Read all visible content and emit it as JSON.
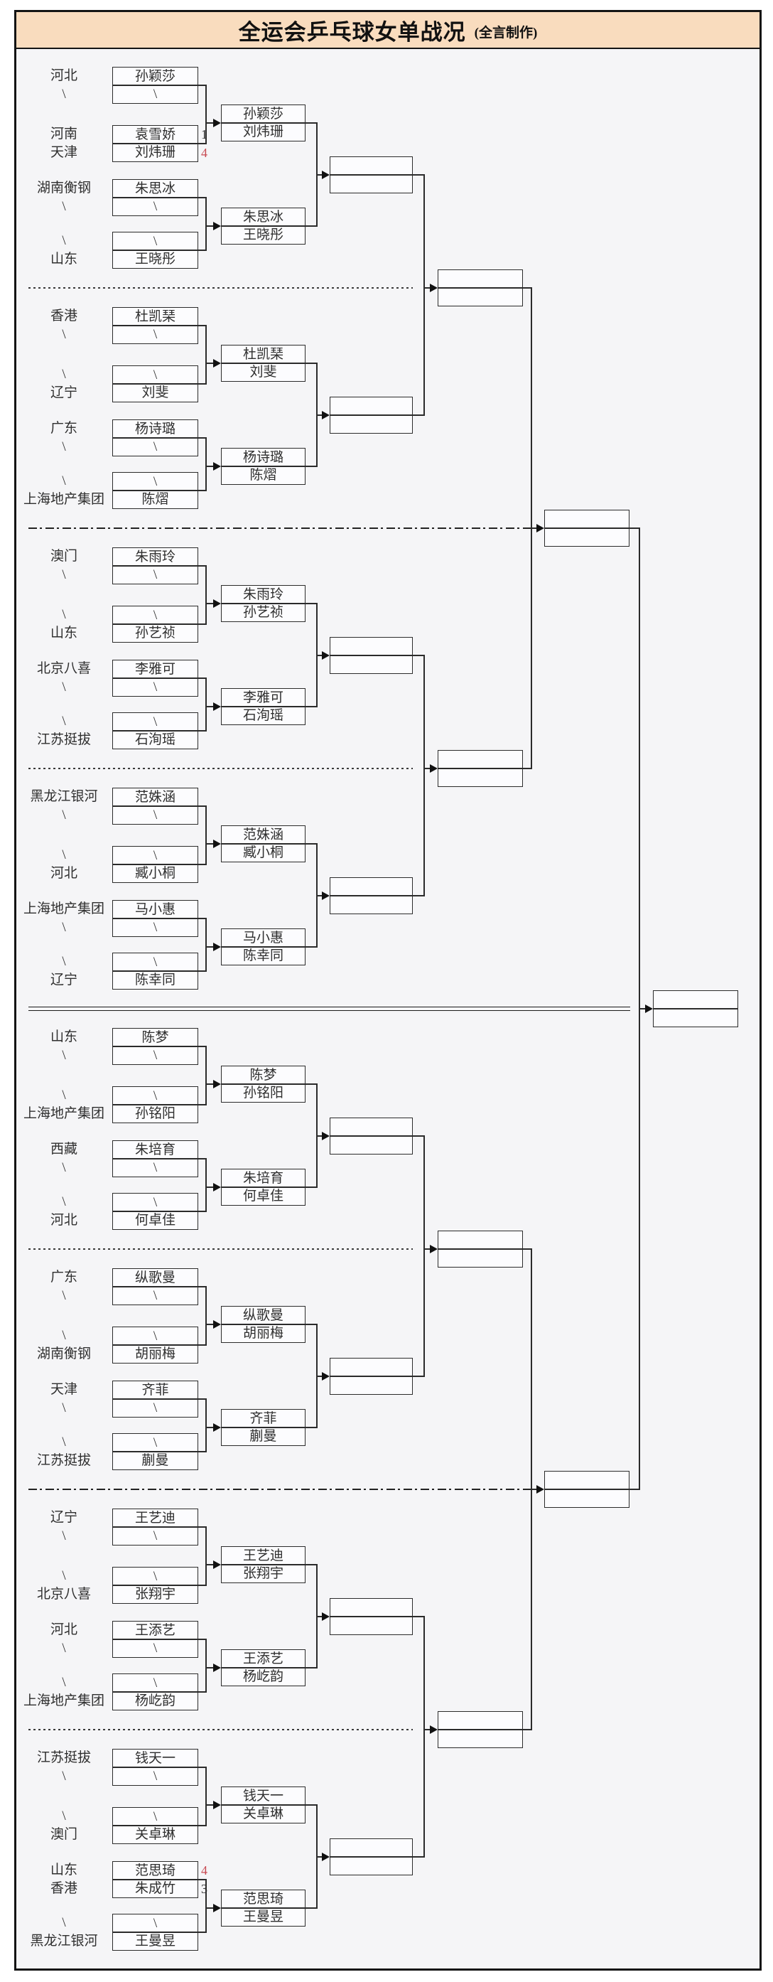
{
  "title": {
    "main": "全运会乒乓球女单战况",
    "credit": "(全言制作)"
  },
  "colors": {
    "title_bg": "#f9dcbe",
    "canvas_bg": "#f5f5f7",
    "box_bg": "#fcfcfe",
    "line": "#2b2b2b",
    "text": "#2f2f2f",
    "win_score": "#c84a52"
  },
  "separators": [
    {
      "style": "dotted"
    },
    {
      "style": "dashdot"
    },
    {
      "style": "dotted"
    },
    {
      "style": "double"
    },
    {
      "style": "dotted"
    },
    {
      "style": "dashdot"
    },
    {
      "style": "dotted"
    }
  ],
  "sections": [
    {
      "matches": [
        {
          "rows": [
            {
              "team": "河北",
              "player": "孙颖莎",
              "score": ""
            },
            {
              "team": "\\",
              "player": "\\",
              "score": ""
            }
          ]
        },
        {
          "rows": [
            {
              "team": "河南",
              "player": "袁雪娇",
              "score": "1",
              "win": false
            },
            {
              "team": "天津",
              "player": "刘炜珊",
              "score": "4",
              "win": true
            }
          ]
        },
        {
          "rows": [
            {
              "team": "湖南衡钢",
              "player": "朱思冰",
              "score": ""
            },
            {
              "team": "\\",
              "player": "\\",
              "score": ""
            }
          ]
        },
        {
          "rows": [
            {
              "team": "\\",
              "player": "\\",
              "score": ""
            },
            {
              "team": "山东",
              "player": "王晓彤",
              "score": ""
            }
          ]
        }
      ],
      "round2": [
        [
          "孙颖莎",
          "刘炜珊"
        ],
        [
          "朱思冰",
          "王晓彤"
        ]
      ]
    },
    {
      "matches": [
        {
          "rows": [
            {
              "team": "香港",
              "player": "杜凯琹",
              "score": ""
            },
            {
              "team": "\\",
              "player": "\\",
              "score": ""
            }
          ]
        },
        {
          "rows": [
            {
              "team": "\\",
              "player": "\\",
              "score": ""
            },
            {
              "team": "辽宁",
              "player": "刘斐",
              "score": ""
            }
          ]
        },
        {
          "rows": [
            {
              "team": "广东",
              "player": "杨诗璐",
              "score": ""
            },
            {
              "team": "\\",
              "player": "\\",
              "score": ""
            }
          ]
        },
        {
          "rows": [
            {
              "team": "\\",
              "player": "\\",
              "score": ""
            },
            {
              "team": "上海地产集团",
              "player": "陈熠",
              "score": ""
            }
          ]
        }
      ],
      "round2": [
        [
          "杜凯琹",
          "刘斐"
        ],
        [
          "杨诗璐",
          "陈熠"
        ]
      ]
    },
    {
      "matches": [
        {
          "rows": [
            {
              "team": "澳门",
              "player": "朱雨玲",
              "score": ""
            },
            {
              "team": "\\",
              "player": "\\",
              "score": ""
            }
          ]
        },
        {
          "rows": [
            {
              "team": "\\",
              "player": "\\",
              "score": ""
            },
            {
              "team": "山东",
              "player": "孙艺祯",
              "score": ""
            }
          ]
        },
        {
          "rows": [
            {
              "team": "北京八喜",
              "player": "李雅可",
              "score": ""
            },
            {
              "team": "\\",
              "player": "\\",
              "score": ""
            }
          ]
        },
        {
          "rows": [
            {
              "team": "\\",
              "player": "\\",
              "score": ""
            },
            {
              "team": "江苏挺拔",
              "player": "石洵瑶",
              "score": ""
            }
          ]
        }
      ],
      "round2": [
        [
          "朱雨玲",
          "孙艺祯"
        ],
        [
          "李雅可",
          "石洵瑶"
        ]
      ]
    },
    {
      "matches": [
        {
          "rows": [
            {
              "team": "黑龙江银河",
              "player": "范姝涵",
              "score": ""
            },
            {
              "team": "\\",
              "player": "\\",
              "score": ""
            }
          ]
        },
        {
          "rows": [
            {
              "team": "\\",
              "player": "\\",
              "score": ""
            },
            {
              "team": "河北",
              "player": "臧小桐",
              "score": ""
            }
          ]
        },
        {
          "rows": [
            {
              "team": "上海地产集团",
              "player": "马小惠",
              "score": ""
            },
            {
              "team": "\\",
              "player": "\\",
              "score": ""
            }
          ]
        },
        {
          "rows": [
            {
              "team": "\\",
              "player": "\\",
              "score": ""
            },
            {
              "team": "辽宁",
              "player": "陈幸同",
              "score": ""
            }
          ]
        }
      ],
      "round2": [
        [
          "范姝涵",
          "臧小桐"
        ],
        [
          "马小惠",
          "陈幸同"
        ]
      ]
    },
    {
      "matches": [
        {
          "rows": [
            {
              "team": "山东",
              "player": "陈梦",
              "score": ""
            },
            {
              "team": "\\",
              "player": "\\",
              "score": ""
            }
          ]
        },
        {
          "rows": [
            {
              "team": "\\",
              "player": "\\",
              "score": ""
            },
            {
              "team": "上海地产集团",
              "player": "孙铭阳",
              "score": ""
            }
          ]
        },
        {
          "rows": [
            {
              "team": "西藏",
              "player": "朱培育",
              "score": ""
            },
            {
              "team": "\\",
              "player": "\\",
              "score": ""
            }
          ]
        },
        {
          "rows": [
            {
              "team": "\\",
              "player": "\\",
              "score": ""
            },
            {
              "team": "河北",
              "player": "何卓佳",
              "score": ""
            }
          ]
        }
      ],
      "round2": [
        [
          "陈梦",
          "孙铭阳"
        ],
        [
          "朱培育",
          "何卓佳"
        ]
      ]
    },
    {
      "matches": [
        {
          "rows": [
            {
              "team": "广东",
              "player": "纵歌曼",
              "score": ""
            },
            {
              "team": "\\",
              "player": "\\",
              "score": ""
            }
          ]
        },
        {
          "rows": [
            {
              "team": "\\",
              "player": "\\",
              "score": ""
            },
            {
              "team": "湖南衡钢",
              "player": "胡丽梅",
              "score": ""
            }
          ]
        },
        {
          "rows": [
            {
              "team": "天津",
              "player": "齐菲",
              "score": ""
            },
            {
              "team": "\\",
              "player": "\\",
              "score": ""
            }
          ]
        },
        {
          "rows": [
            {
              "team": "\\",
              "player": "\\",
              "score": ""
            },
            {
              "team": "江苏挺拔",
              "player": "蒯曼",
              "score": ""
            }
          ]
        }
      ],
      "round2": [
        [
          "纵歌曼",
          "胡丽梅"
        ],
        [
          "齐菲",
          "蒯曼"
        ]
      ]
    },
    {
      "matches": [
        {
          "rows": [
            {
              "team": "辽宁",
              "player": "王艺迪",
              "score": ""
            },
            {
              "team": "\\",
              "player": "\\",
              "score": ""
            }
          ]
        },
        {
          "rows": [
            {
              "team": "\\",
              "player": "\\",
              "score": ""
            },
            {
              "team": "北京八喜",
              "player": "张翔宇",
              "score": ""
            }
          ]
        },
        {
          "rows": [
            {
              "team": "河北",
              "player": "王添艺",
              "score": ""
            },
            {
              "team": "\\",
              "player": "\\",
              "score": ""
            }
          ]
        },
        {
          "rows": [
            {
              "team": "\\",
              "player": "\\",
              "score": ""
            },
            {
              "team": "上海地产集团",
              "player": "杨屹韵",
              "score": ""
            }
          ]
        }
      ],
      "round2": [
        [
          "王艺迪",
          "张翔宇"
        ],
        [
          "王添艺",
          "杨屹韵"
        ]
      ]
    },
    {
      "matches": [
        {
          "rows": [
            {
              "team": "江苏挺拔",
              "player": "钱天一",
              "score": ""
            },
            {
              "team": "\\",
              "player": "\\",
              "score": ""
            }
          ]
        },
        {
          "rows": [
            {
              "team": "\\",
              "player": "\\",
              "score": ""
            },
            {
              "team": "澳门",
              "player": "关卓琳",
              "score": ""
            }
          ]
        },
        {
          "rows": [
            {
              "team": "山东",
              "player": "范思琦",
              "score": "4",
              "win": true
            },
            {
              "team": "香港",
              "player": "朱成竹",
              "score": "3",
              "win": false
            }
          ]
        },
        {
          "rows": [
            {
              "team": "\\",
              "player": "\\",
              "score": ""
            },
            {
              "team": "黑龙江银河",
              "player": "王曼昱",
              "score": ""
            }
          ]
        }
      ],
      "round2": [
        [
          "钱天一",
          "关卓琳"
        ],
        [
          "范思琦",
          "王曼昱"
        ]
      ]
    }
  ]
}
